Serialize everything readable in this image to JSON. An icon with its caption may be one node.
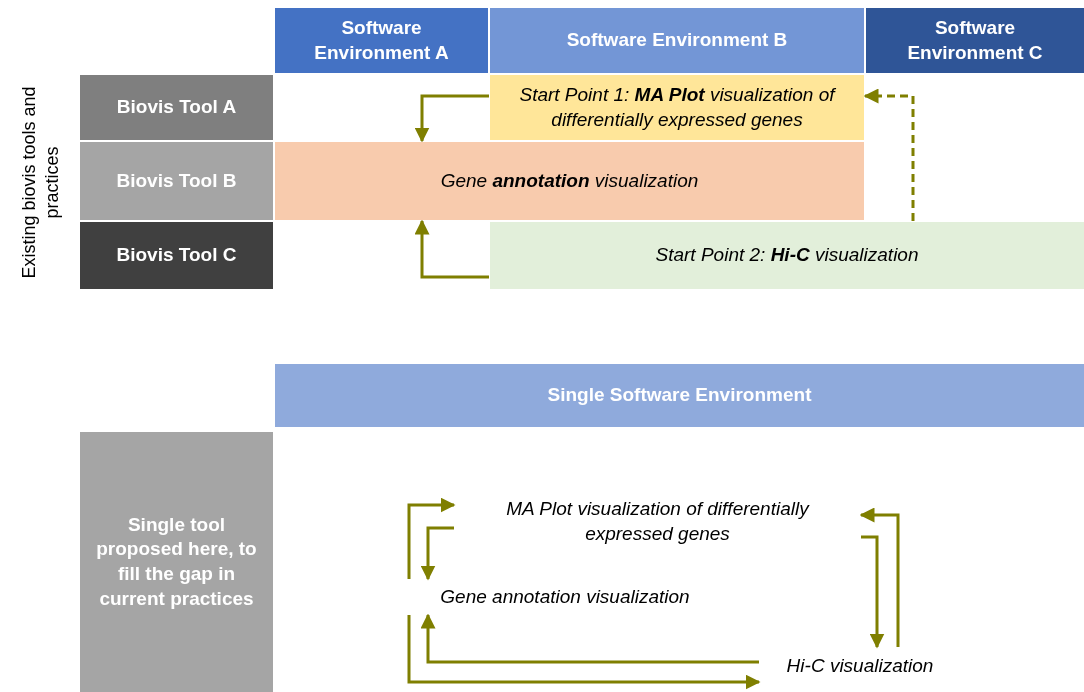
{
  "diagram": {
    "nodes": [
      {
        "text": [
          "Software Environment A"
        ]
      },
      {
        "text": [
          "Software Environment B"
        ]
      },
      {
        "text": [
          "Software Environment C"
        ]
      },
      {
        "text": [
          "Biovis Tool A"
        ]
      },
      {
        "text": [
          "Biovis Tool B"
        ]
      },
      {
        "text": [
          "Biovis Tool C"
        ]
      },
      {
        "text": [
          "Start Point 1: **MA Plot** visualization of differentially expressed genes"
        ]
      },
      {
        "text": [
          "Gene **annotation** visualization"
        ]
      },
      {
        "text": [
          "Start Point 2: **Hi-C** visualization"
        ]
      },
      {
        "text": [
          "Single Software Environment"
        ]
      },
      {
        "text": [
          "Single tool proposed here, to fill the gap in current practices"
        ]
      },
      {
        "text": [
          "MA Plot visualization of differentially expressed genes"
        ]
      },
      {
        "text": [
          "Gene annotation visualization"
        ]
      },
      {
        "text": [
          "Hi-C visualization"
        ]
      }
    ],
    "edges": [
      {
        "from": 6,
        "to": 7,
        "arrow": "to"
      },
      {
        "from": 8,
        "to": 7,
        "arrow": "to"
      },
      {
        "from": 8,
        "to": 6,
        "arrow": "to",
        "style": "dashed"
      },
      {
        "from": 11,
        "to": 12,
        "arrow": "to"
      },
      {
        "from": 12,
        "to": 11,
        "arrow": "to"
      },
      {
        "from": 11,
        "to": 13,
        "arrow": "to"
      },
      {
        "from": 13,
        "to": 11,
        "arrow": "to"
      },
      {
        "from": 13,
        "to": 12,
        "arrow": "to"
      },
      {
        "from": 12,
        "to": 13,
        "arrow": "to"
      }
    ],
    "labels": [
      "Existing biovis tools and practices"
    ]
  }
}
